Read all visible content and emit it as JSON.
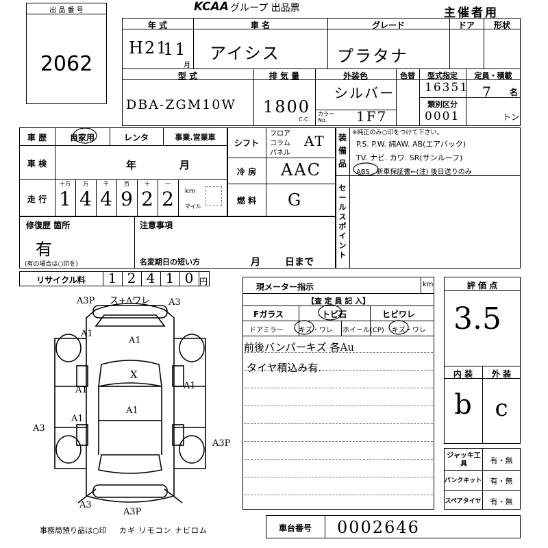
{
  "header": {
    "logo": "KCAA",
    "title": "グループ 出品票",
    "copy_label": "主催者用"
  },
  "lot": {
    "label": "出 品 番 号",
    "number": "2062"
  },
  "vehicle": {
    "year_label": "年 式",
    "year_value": "H21",
    "year_month": "11",
    "month_unit": "月",
    "name_label": "車 名",
    "name_value": "アイシス",
    "grade_label": "グレード",
    "grade_value": "プラタナ",
    "door_label": "ドア",
    "shape_label": "形状",
    "model_label": "型 式",
    "model_value": "DBA-ZGM10W",
    "displacement_label": "排 気 量",
    "displacement_value": "1800",
    "cc_unit": "C.C.",
    "color_label": "外装色",
    "color_value": "シルバー",
    "color_sub_label": "色替",
    "color_no_label": "カラー No.",
    "color_no_value": "1F7",
    "type_label": "型式指定",
    "type_value": "16351",
    "class_label": "類別区分",
    "class_value": "0001",
    "capacity_label": "定員・積載",
    "capacity_value": "7",
    "capacity_unit": "名",
    "ton_unit": "トン"
  },
  "history": {
    "label": "車 歴",
    "options": [
      "自家用",
      "レンタ",
      "事業.営業車"
    ],
    "inspection_label": "車 検",
    "inspection_year": "年",
    "inspection_month": "月",
    "mileage_label": "走 行",
    "mileage_units": [
      "十万",
      "万",
      "千",
      "百",
      "十",
      "一"
    ],
    "mileage_digits": [
      "1",
      "4",
      "4",
      "9",
      "2",
      "2"
    ],
    "km_label": "km",
    "mile_label": "マイル"
  },
  "shift": {
    "label": "シフト",
    "options": [
      "フロア",
      "コラム",
      "パネル"
    ],
    "value": "AT"
  },
  "ac": {
    "label": "冷 房",
    "value": "AAC"
  },
  "fuel": {
    "label": "燃 料",
    "value": "G"
  },
  "equipment": {
    "label": "装備品",
    "note": "※純正のみ○印をつけて下さい。",
    "line1": "P.S. P.W. 純AW. AB(エアバック)",
    "line2": "TV. ナビ. カワ. SR(サンルーフ)",
    "line3": "ABS . 新車保証書←(注) 後日送りのみ"
  },
  "sales_point": {
    "label": "セールスポイント"
  },
  "repair": {
    "label": "修復歴 箇所",
    "value": "有",
    "note": "(有の場合は○印を)"
  },
  "notes": {
    "label": "注意事項",
    "deadline_label": "名変期日の短い方",
    "month": "月",
    "day": "日まで"
  },
  "recycle": {
    "label": "リサイクル料",
    "digits": [
      "1",
      "2",
      "4",
      "1",
      "0"
    ],
    "unit": "円"
  },
  "diagram": {
    "marks": [
      "A3P",
      "ス+Aワレ",
      "A3",
      "A1",
      "A1",
      "A1",
      "X",
      "A1",
      "A1",
      "A1",
      "A3",
      "A3P",
      "A3",
      "A3P"
    ]
  },
  "inspector": {
    "meter_label": "現メーター指示",
    "km": "km",
    "section_label": "【査 定 員 記 入】",
    "glass_label": "Fガラス",
    "glass_options": [
      "トビ石",
      "ヒビワレ"
    ],
    "mirror_label": "ドアミラー",
    "mirror_options": "キズ・ワレ",
    "wheel_label": "ホイール(CP)",
    "wheel_options": "キズ・ワレ",
    "handwritten": [
      "前後バンパーキズ 各Au",
      "タイヤ積込み有."
    ]
  },
  "evaluation": {
    "label": "評 価 点",
    "score": "3.5",
    "interior_label": "内 装",
    "exterior_label": "外 装",
    "interior_value": "b",
    "exterior_value": "c"
  },
  "tools": [
    {
      "label": "ジャッキ工具",
      "value": "有・無"
    },
    {
      "label": "パンクキット",
      "value": "有・無"
    },
    {
      "label": "スペアタイヤ",
      "value": "有・無"
    }
  ],
  "footer": {
    "office_note": "事務局預り品は○印",
    "items": "カギ リモコン ナビロム",
    "chassis_label": "車台番号",
    "chassis_value": "0002646"
  }
}
